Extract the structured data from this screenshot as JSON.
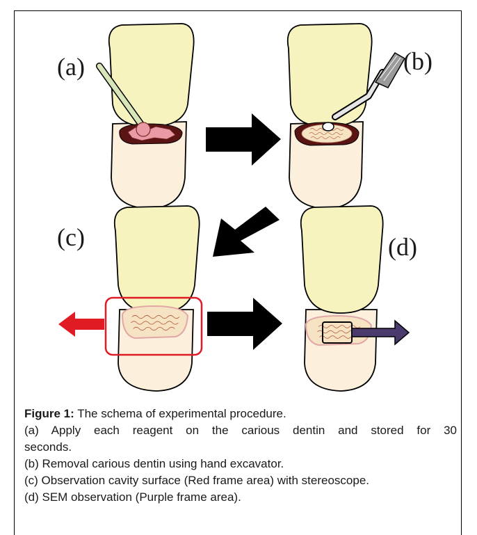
{
  "panels": {
    "a": "(a)",
    "b": "(b)",
    "c": "(c)",
    "d": "(d)"
  },
  "caption": {
    "title_bold": "Figure 1:",
    "title_rest": " The schema of experimental procedure.",
    "line_a_1": "(a) Apply each reagent on the carious dentin and stored for 30",
    "line_a_2": "seconds.",
    "line_b": "(b) Removal carious dentin using hand excavator.",
    "line_c": "(c) Observation cavity surface (Red frame area) with stereoscope.",
    "line_d": "(d) SEM observation (Purple frame area)."
  },
  "colors": {
    "enamel": "#f6f3bf",
    "root": "#fcf0dd",
    "caries_dark": "#5a1414",
    "caries_pink": "#e99aa4",
    "dentin_cleaned": "#f6e3c4",
    "red_frame": "#e01b24",
    "purple_arrow": "#4b3a6e",
    "arrow_black": "#000000",
    "excavator_handle": "#d8e5b8"
  }
}
